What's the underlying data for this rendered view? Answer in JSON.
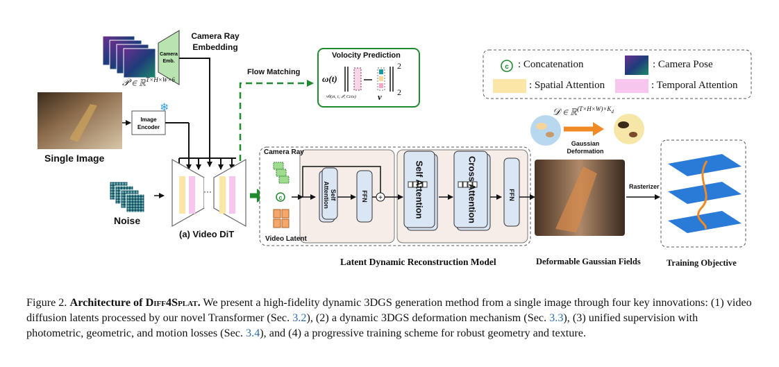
{
  "figure": {
    "camera_ray_embedding": "Camera Ray Embedding",
    "camera_emb_block": "Camera Emb.",
    "p_space": "𝒫 ∈ ℝ",
    "p_space_sup": "T×H×W×6",
    "single_image": "Single Image",
    "image_encoder": "Image Encoder",
    "noise": "Noise",
    "video_dit": "(a) Video DiT",
    "flow_matching": "Flow Matching",
    "velocity_title": "Volocity Prediction",
    "velocity_omega": "ω(t)",
    "velocity_v": "v",
    "velocity_sub": "vθ(zt, t, 𝒫, Cctx)",
    "velocity_exp_top": "2",
    "velocity_exp_bottom": "2",
    "camera_ray": "Camera Ray",
    "video_latent": "Video Latent",
    "self_attention_small": "Self Attention",
    "ffn1": "FFN",
    "self_attention_big": "Self Attention",
    "cross_attention": "Cross Attention",
    "ffn2": "FFN",
    "concat_symbol": "c",
    "plus_symbol": "+",
    "dots": "···",
    "ldrm": "Latent Dynamic Reconstruction Model",
    "d_space": "𝒟 ∈ ℝ",
    "d_space_sup": "(T×H×W)×K",
    "d_space_sub": "d",
    "gaussian_deformation": "Gaussian Deformation",
    "rasterizer": "Rasterizer",
    "deformable_fields": "Deformable Gaussian Fields",
    "training_objective": "Training Objective"
  },
  "legend": {
    "concat_symbol": "c",
    "concatenation": ": Concatenation",
    "camera_pose": ": Camera Pose",
    "spatial_attention": ": Spatial Attention",
    "temporal_attention": ": Temporal Attention"
  },
  "caption": {
    "prefix": "Figure 2.",
    "bold_a": "Architecture of ",
    "bold_name": "Diff4Splat",
    "bold_b": ".",
    "t1": " We present a high-fidelity dynamic 3DGS generation method from a single image through four key innovations: (1) video diffusion latents processed by our novel Transformer (Sec. ",
    "ref1": "3.2",
    "t2": "), (2) a dynamic 3DGS deformation mechanism (Sec. ",
    "ref2": "3.3",
    "t3": "), (3) unified supervision with photometric, geometric, and motion losses (Sec. ",
    "ref3": "3.4",
    "t4": "), and (4) a progressive training scheme for robust geometry and texture."
  },
  "colors": {
    "green": "#1f8a2e",
    "spatial": "#fbe6a8",
    "temporal": "#f6c6ee",
    "block": "#dbe6f5",
    "panel": "#f6ece8",
    "orange": "#f08a24"
  }
}
